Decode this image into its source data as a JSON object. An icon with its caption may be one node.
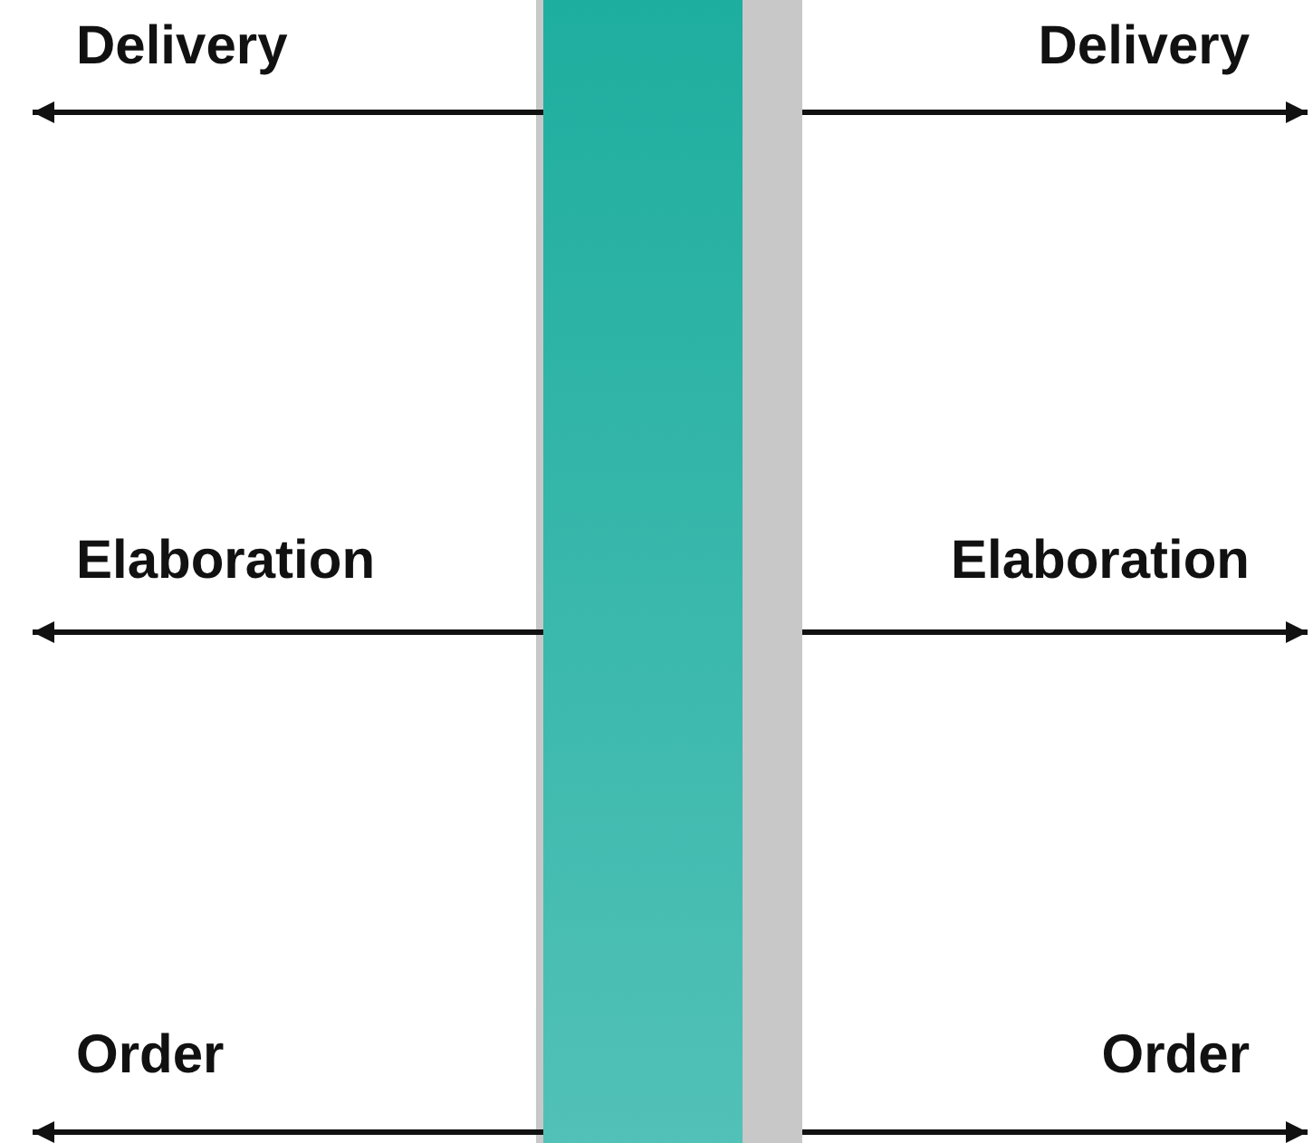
{
  "diagram": {
    "nodes": [
      {
        "text": [],
        "shape": "bar"
      },
      {
        "text": [],
        "shape": "bar",
        "in": 0
      }
    ],
    "edges": [
      {
        "from": 1,
        "to": null,
        "arrow": "to",
        "label": "Delivery"
      },
      {
        "from": 0,
        "to": null,
        "arrow": "to",
        "label": "Delivery"
      },
      {
        "from": 1,
        "to": null,
        "arrow": "to",
        "label": "Elaboration"
      },
      {
        "from": 0,
        "to": null,
        "arrow": "to",
        "label": "Elaboration"
      },
      {
        "from": 1,
        "to": null,
        "arrow": "to",
        "label": "Order"
      },
      {
        "from": 0,
        "to": null,
        "arrow": "to",
        "label": "Order"
      }
    ]
  }
}
